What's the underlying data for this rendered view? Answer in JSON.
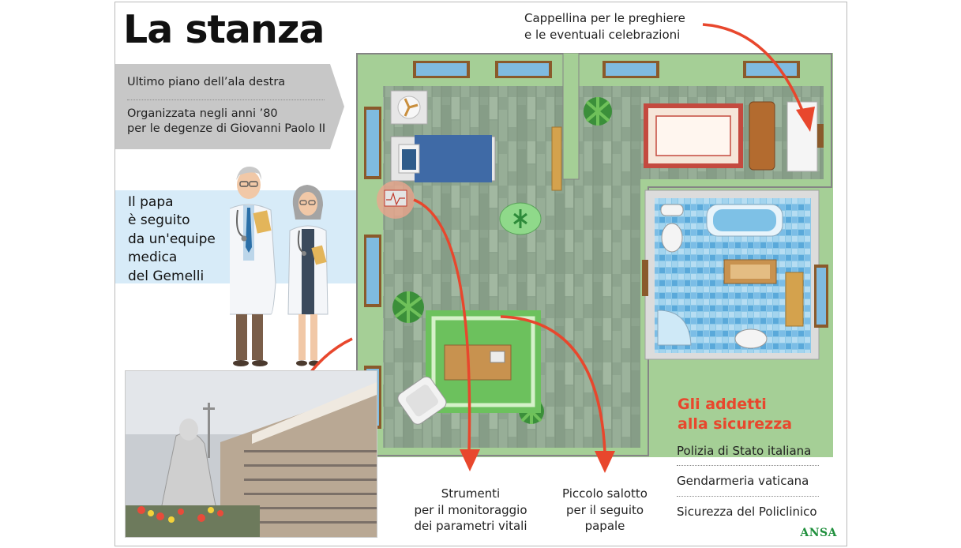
{
  "title": "La stanza",
  "info": [
    "Ultimo piano dell’ala destra",
    "Organizzata negli anni ’80",
    "per le degenze di Giovanni Paolo II"
  ],
  "papa_text": [
    "Il papa",
    "è seguito",
    "da un'equipe",
    "medica",
    "del Gemelli"
  ],
  "chapel_label": [
    "Cappellina per le preghiere",
    "e le eventuali celebrazioni"
  ],
  "monitor_label": [
    "Strumenti",
    "per il monitoraggio",
    "dei parametri vitali"
  ],
  "lounge_label": [
    "Piccolo salotto",
    "per il seguito",
    "papale"
  ],
  "security": {
    "title": [
      "Gli addetti",
      "alla sicurezza"
    ],
    "items": [
      "Polizia di Stato italiana",
      "Gendarmeria vaticana",
      "Sicurezza del Policlinico"
    ]
  },
  "credit": "ANSA",
  "colors": {
    "accent": "#e8472d",
    "credit": "#1f8f3c",
    "floor": "#8da48e",
    "wall": "#a5cf96",
    "banner": "#c7c7c7",
    "papa_box": "#d7ebf8"
  }
}
